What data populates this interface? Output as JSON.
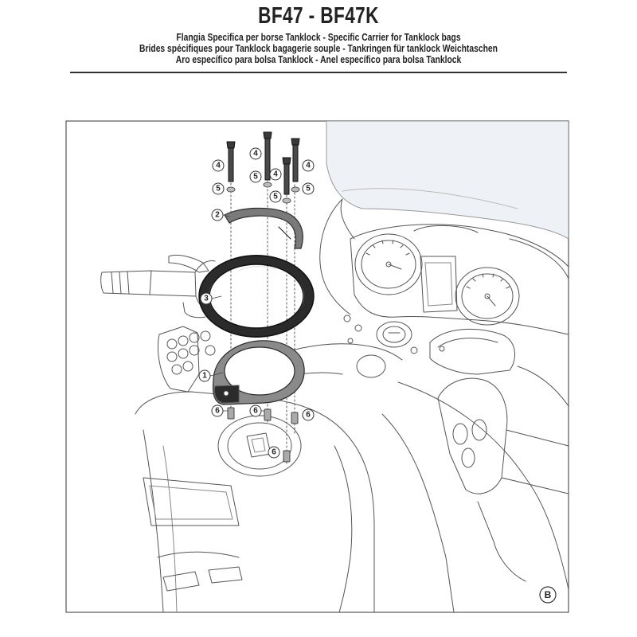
{
  "header": {
    "title": "BF47 - BF47K",
    "lines": [
      "Flangia Specifica per borse Tanklock - Specific Carrier for Tanklock bags",
      "Brides spécifiques pour Tanklock bagagerie souple - Tankringen für tanklock Weichtaschen",
      "Aro específico para bolsa Tanklock - Anel específico para bolsa Tanklock"
    ]
  },
  "callouts": {
    "c1": "1",
    "c2": "2",
    "c3": "3",
    "c4": "4",
    "c5": "5",
    "c6": "6"
  },
  "sheet_marker": "B",
  "colors": {
    "line": "#444444",
    "part_dark": "#2b2b2b",
    "part_mid": "#6f6f6f",
    "windshield": "#eef2f6"
  }
}
